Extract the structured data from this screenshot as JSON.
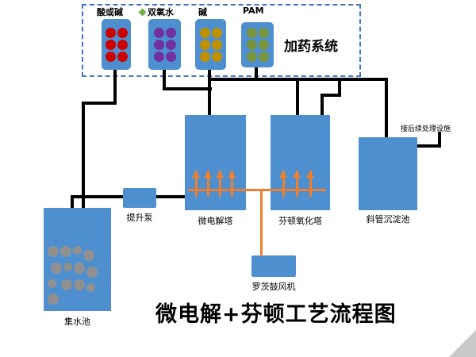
{
  "title": "微电解+芬顿工艺流程图",
  "dosing_system": {
    "label": "加药系统",
    "tanks": [
      {
        "label": "酸或碱",
        "dot_color": "#cc0000"
      },
      {
        "label": "双氧水",
        "dot_color": "#7030a0",
        "bullet_color": "#70ad47"
      },
      {
        "label": "碱",
        "dot_color": "#bf9000"
      },
      {
        "label": "PAM",
        "dot_color": "#77933c"
      }
    ]
  },
  "equipment": {
    "collection_pool": {
      "label": "集水池"
    },
    "lift_pump": {
      "label": "提升泵"
    },
    "micro_tower": {
      "label": "微电解塔"
    },
    "fenton_tower": {
      "label": "芬顿氧化塔"
    },
    "sediment_pool": {
      "label": "斜管沉淀池"
    },
    "blower": {
      "label": "罗茨鼓风机"
    },
    "outlet_note": {
      "label": "接后续处理设施"
    }
  },
  "colors": {
    "tank_blue": "#4e8fd0",
    "pipe_black": "#000000",
    "aeration_orange": "#f07f2d",
    "sludge_gray": "#909090",
    "dashed_border": "#4472c4",
    "corner_gray": "#c9c9c9"
  }
}
